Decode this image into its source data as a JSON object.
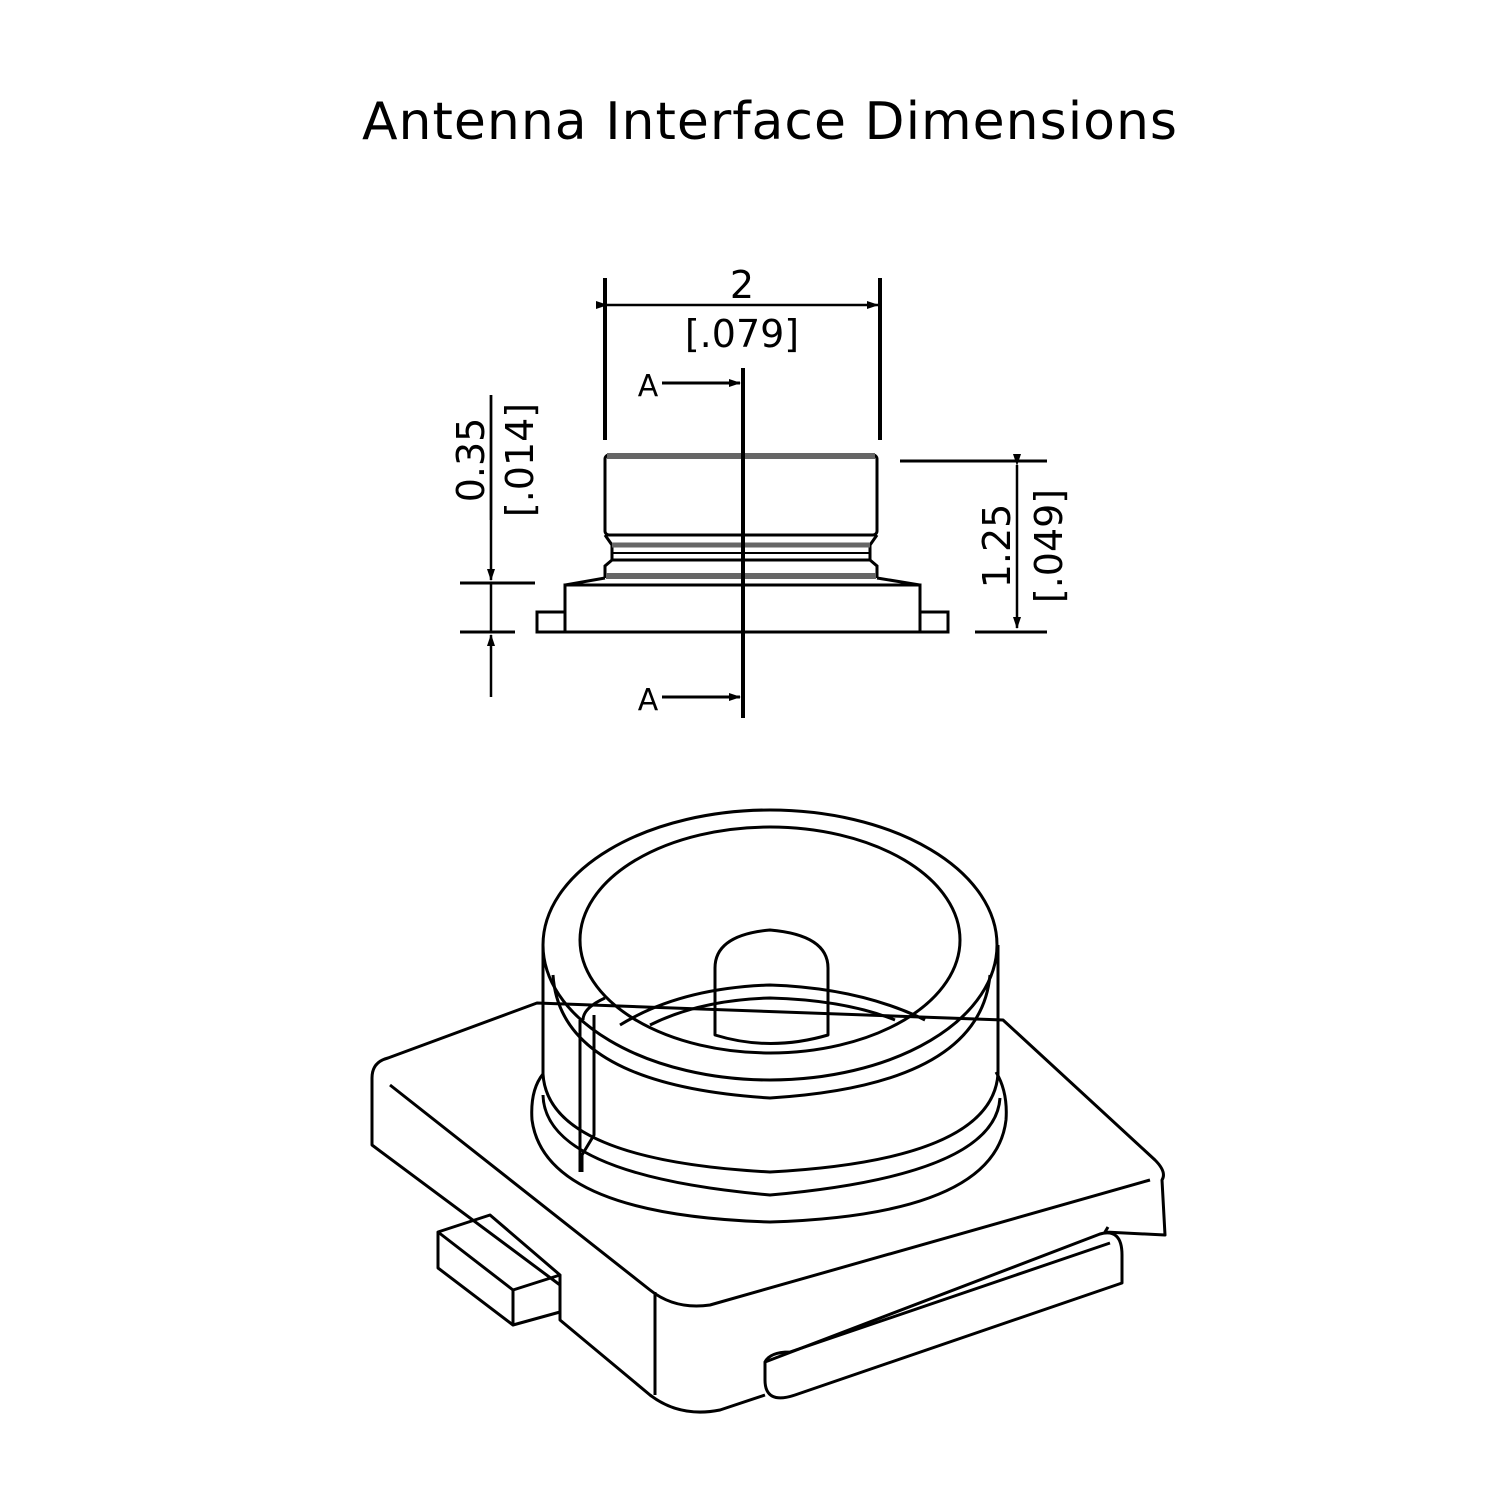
{
  "title": "Antenna Interface Dimensions",
  "width_dimension": {
    "mm": "2",
    "inch": "[.079]"
  },
  "ring_height_dimension": {
    "mm": "0.35",
    "inch": "[.014]"
  },
  "total_height_dimension": {
    "mm": "1.25",
    "inch": "[.049]"
  },
  "section_marker": "A",
  "colors": {
    "line": "#000000",
    "shade": "#666666",
    "background": "#ffffff"
  }
}
